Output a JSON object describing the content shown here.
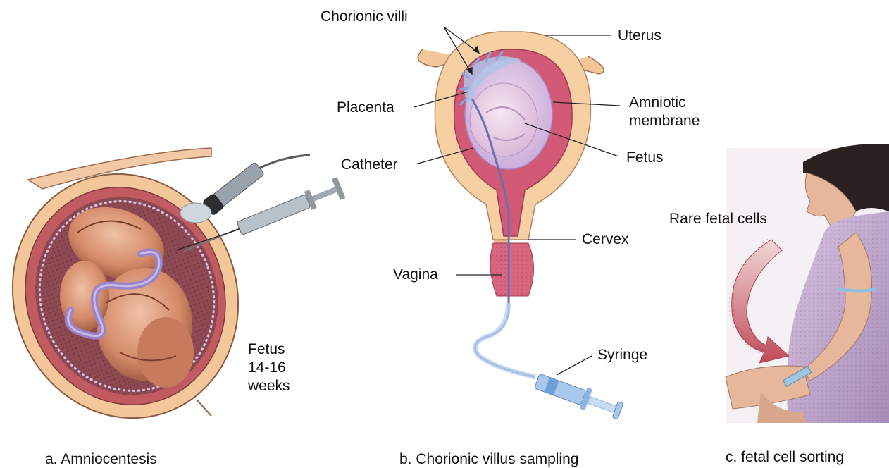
{
  "panel_a": {
    "fetus_label": [
      "Fetus",
      "14-16",
      "weeks"
    ],
    "caption": "a. Amniocentesis"
  },
  "panel_b": {
    "labels": {
      "chorionic_villi": "Chorionic villi",
      "uterus": "Uterus",
      "placenta": "Placenta",
      "amniotic": [
        "Amniotic",
        "membrane"
      ],
      "catheter": "Catheter",
      "fetus": "Fetus",
      "cervex": "Cervex",
      "vagina": "Vagina",
      "syringe": "Syringe"
    },
    "caption": "b. Chorionic villus sampling"
  },
  "panel_c": {
    "label": "Rare fetal cells",
    "caption": "c. fetal cell sorting"
  },
  "colors": {
    "uterus_wall": "#f4c79a",
    "uterus_inner": "#d9667e",
    "amniotic_sac": "#b9a6d6",
    "fetus_skin": "#d98a6a",
    "fetus_dark": "#7a3c2a",
    "cord": "#9a84c9",
    "syringe": "#a8c8ec",
    "dress": "#c9b2d6",
    "arrow": "#c8646e"
  }
}
